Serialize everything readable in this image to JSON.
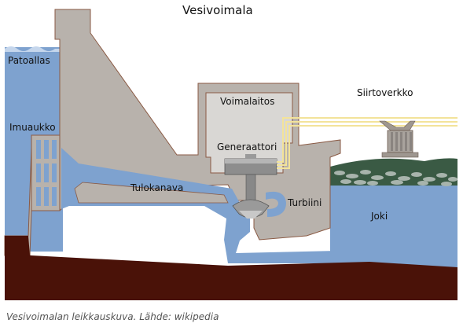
{
  "title": "Vesivoimala",
  "labels": {
    "reservoir": "Patoallas",
    "intake": "Imuaukko",
    "powerhouse": "Voimalaitos",
    "grid": "Siirtoverkko",
    "generator": "Generaattori",
    "penstock": "Tulokanava",
    "turbine": "Turbiini",
    "river": "Joki"
  },
  "caption": "Vesivoimalan leikkauskuva. Lähde: wikipedia",
  "colors": {
    "water": "#7ea2cf",
    "concrete": "#b8b2ac",
    "concrete_edge": "#8a5a44",
    "ground": "#4a1208",
    "building": "#d9d7d4",
    "power_lines": "#f3e39a",
    "rocks": "#a8b4ac",
    "bank": "#3a5a44"
  }
}
